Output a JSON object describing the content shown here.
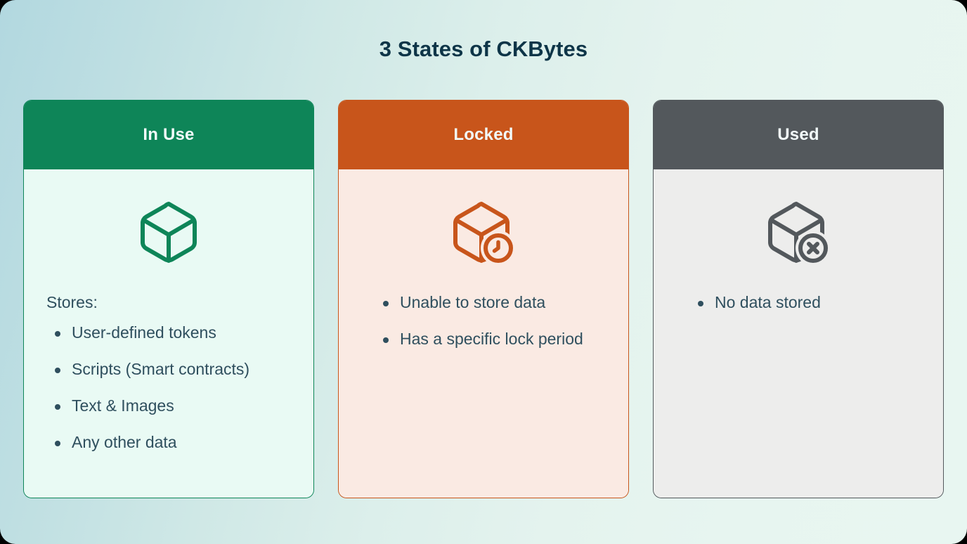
{
  "page": {
    "title": "3 States of CKBytes",
    "background_gradient_from": "#b2d8e0",
    "background_gradient_to": "#e8f6f1",
    "title_color": "#0e3548",
    "body_text_color": "#2f4f5e"
  },
  "cards": [
    {
      "id": "in-use",
      "header_label": "In Use",
      "accent_color": "#0e8558",
      "body_color": "#e9faf4",
      "icon": "cube-icon",
      "intro_label": "Stores:",
      "bullets": [
        "User-defined tokens",
        "Scripts (Smart contracts)",
        "Text & Images",
        "Any other data"
      ]
    },
    {
      "id": "locked",
      "header_label": "Locked",
      "accent_color": "#c8551b",
      "body_color": "#faeae3",
      "icon": "cube-clock-icon",
      "intro_label": "",
      "bullets": [
        "Unable to store data",
        "Has a specific lock period"
      ]
    },
    {
      "id": "used",
      "header_label": "Used",
      "accent_color": "#53585c",
      "body_color": "#ededec",
      "icon": "cube-x-icon",
      "intro_label": "",
      "bullets": [
        "No data stored"
      ]
    }
  ]
}
